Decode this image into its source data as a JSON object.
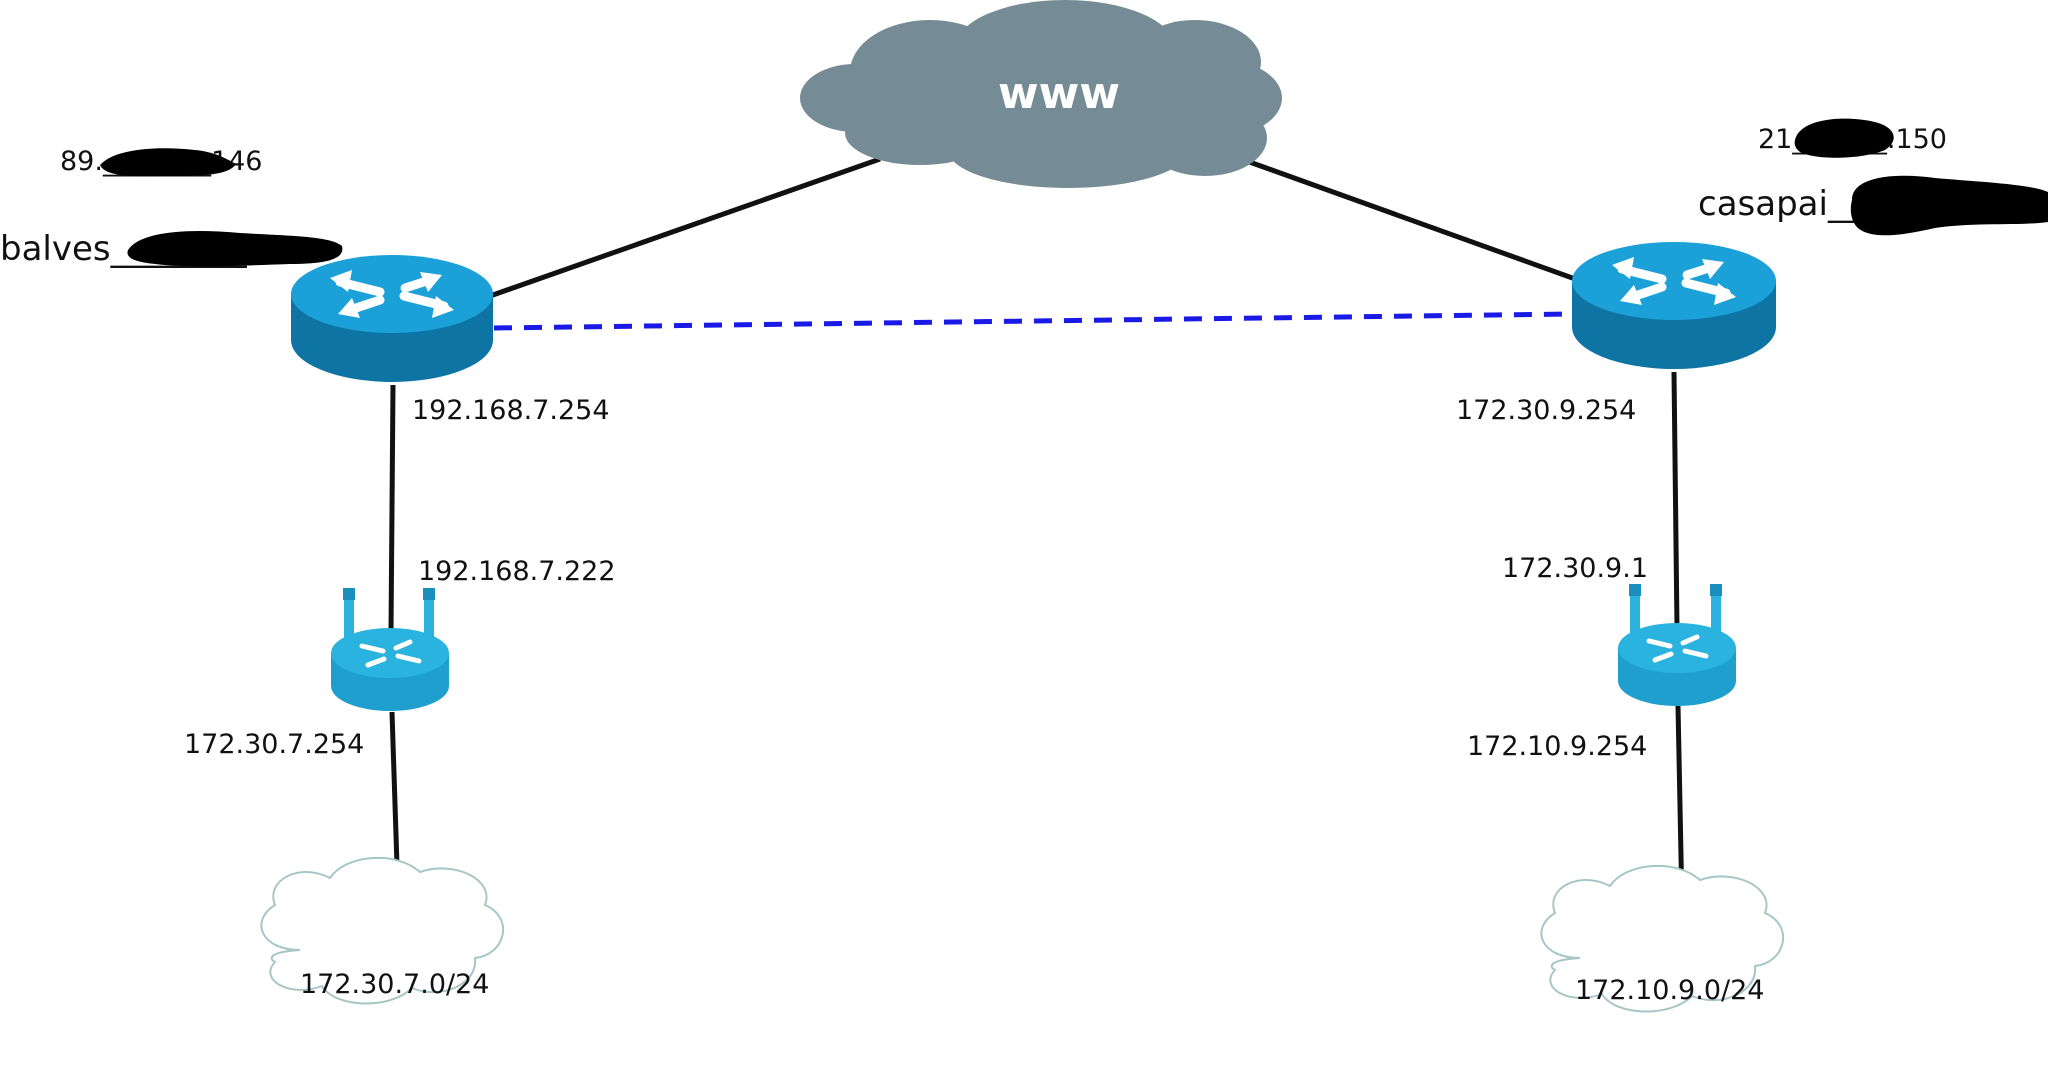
{
  "internet_cloud": {
    "label": "www"
  },
  "left_site": {
    "public_ip": "89.________146",
    "hostname": "balves________",
    "router_lan_ip": "192.168.7.254",
    "wifi_router_wan_ip": "192.168.7.222",
    "wifi_router_lan_ip": "172.30.7.254",
    "subnet": "172.30.7.0/24"
  },
  "right_site": {
    "public_ip": "21_______.150",
    "hostname": "casapai__________",
    "router_lan_ip": "172.30.9.254",
    "wifi_router_wan_ip": "172.30.9.1",
    "wifi_router_lan_ip": "172.10.9.254",
    "subnet": "172.10.9.0/24"
  },
  "colors": {
    "internet_cloud": "#758b95",
    "router_top": "#1ba1d8",
    "router_side": "#0d74a3",
    "wifi_router": "#2bb3e0",
    "vpn_link": "#1a1ae6",
    "link": "#111111",
    "subnet_cloud_outline": "#a7c6c6",
    "redaction": "#000000"
  }
}
